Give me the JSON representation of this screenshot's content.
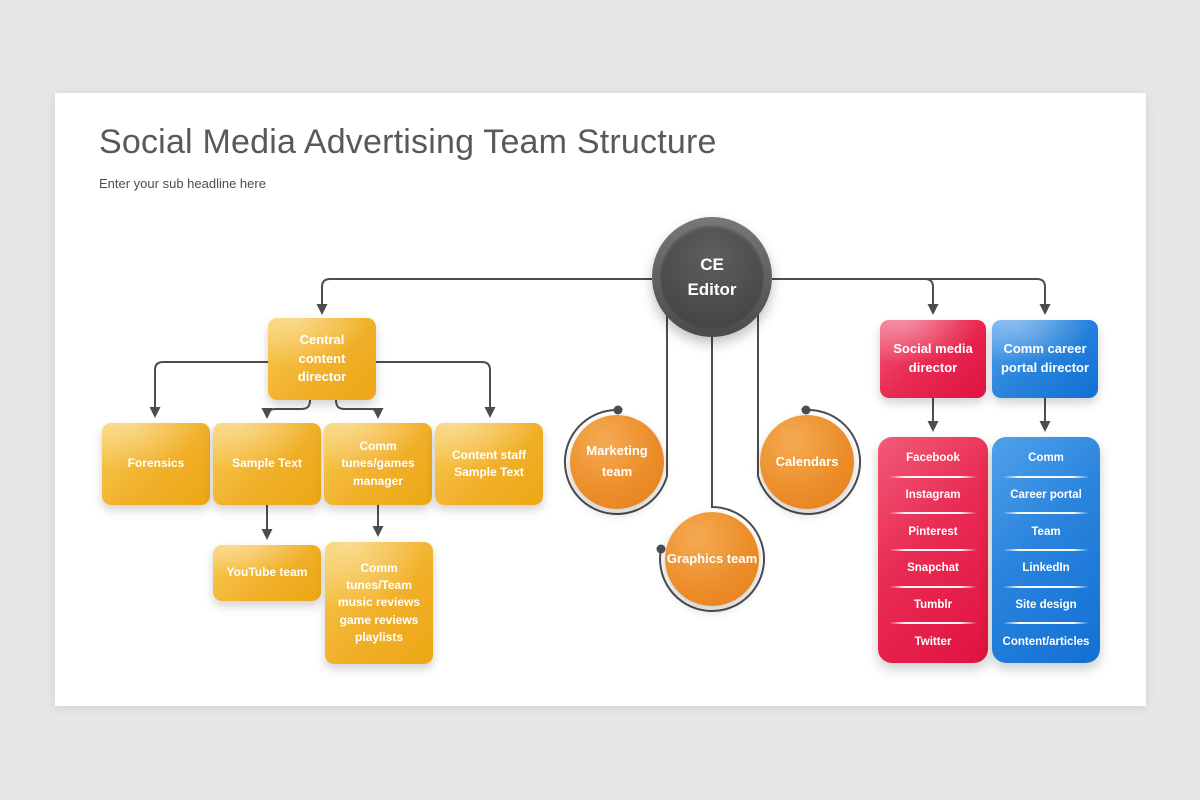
{
  "slide": {
    "title": "Social Media Advertising Team Structure",
    "subtitle": "Enter your sub headline here"
  },
  "colors": {
    "canvas_background": "#e7e7e9",
    "slide_background": "#ffffff",
    "title_text": "#595959",
    "connector_line": "#4d4d4d",
    "node_yellow": "#f1b02a",
    "node_orange": "#ec8e2b",
    "node_pink": "#e92b53",
    "node_blue": "#2a84dd",
    "node_dark_gray": "#4f4f4f",
    "node_text": "#ffffff"
  },
  "org": {
    "root": {
      "line1": "CE",
      "line2": "Editor"
    },
    "central_director": "Central content director",
    "level2": {
      "forensics": "Forensics",
      "sample_text": "Sample Text",
      "comm_manager": "Comm tunes/games manager",
      "content_staff": "Content staff Sample Text"
    },
    "youtube_team": "YouTube team",
    "comm_music_team": "Comm tunes/Team music reviews  game reviews playlists",
    "circles": {
      "marketing": "Marketing team",
      "graphics": "Graphics team",
      "calendars": "Calendars"
    },
    "social_media_director": "Social media director",
    "social_media_channels": [
      "Facebook",
      "Instagram",
      "Pinterest",
      "Snapchat",
      "Tumblr",
      "Twitter"
    ],
    "portal_director": "Comm career portal director",
    "portal_items": [
      "Comm",
      "Career portal",
      "Team",
      "LinkedIn",
      "Site design",
      "Content/articles"
    ]
  }
}
